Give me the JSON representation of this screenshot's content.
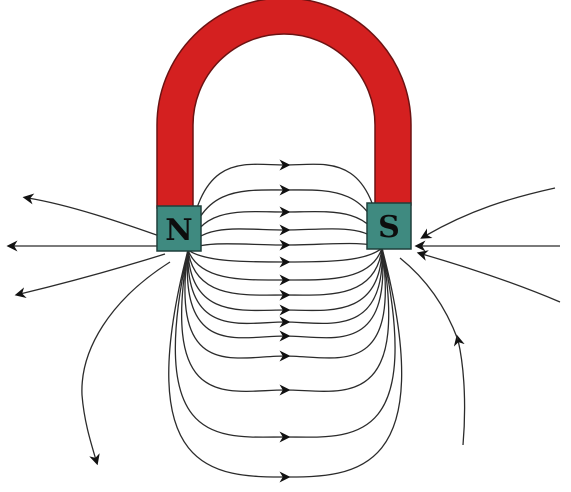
{
  "magnet": {
    "north_label": "N",
    "south_label": "S",
    "body_color": "#d42020",
    "pole_color": "#3f8a80"
  },
  "field": {
    "line_color": "#2b2b2b",
    "arrow_direction": "north-to-south"
  }
}
